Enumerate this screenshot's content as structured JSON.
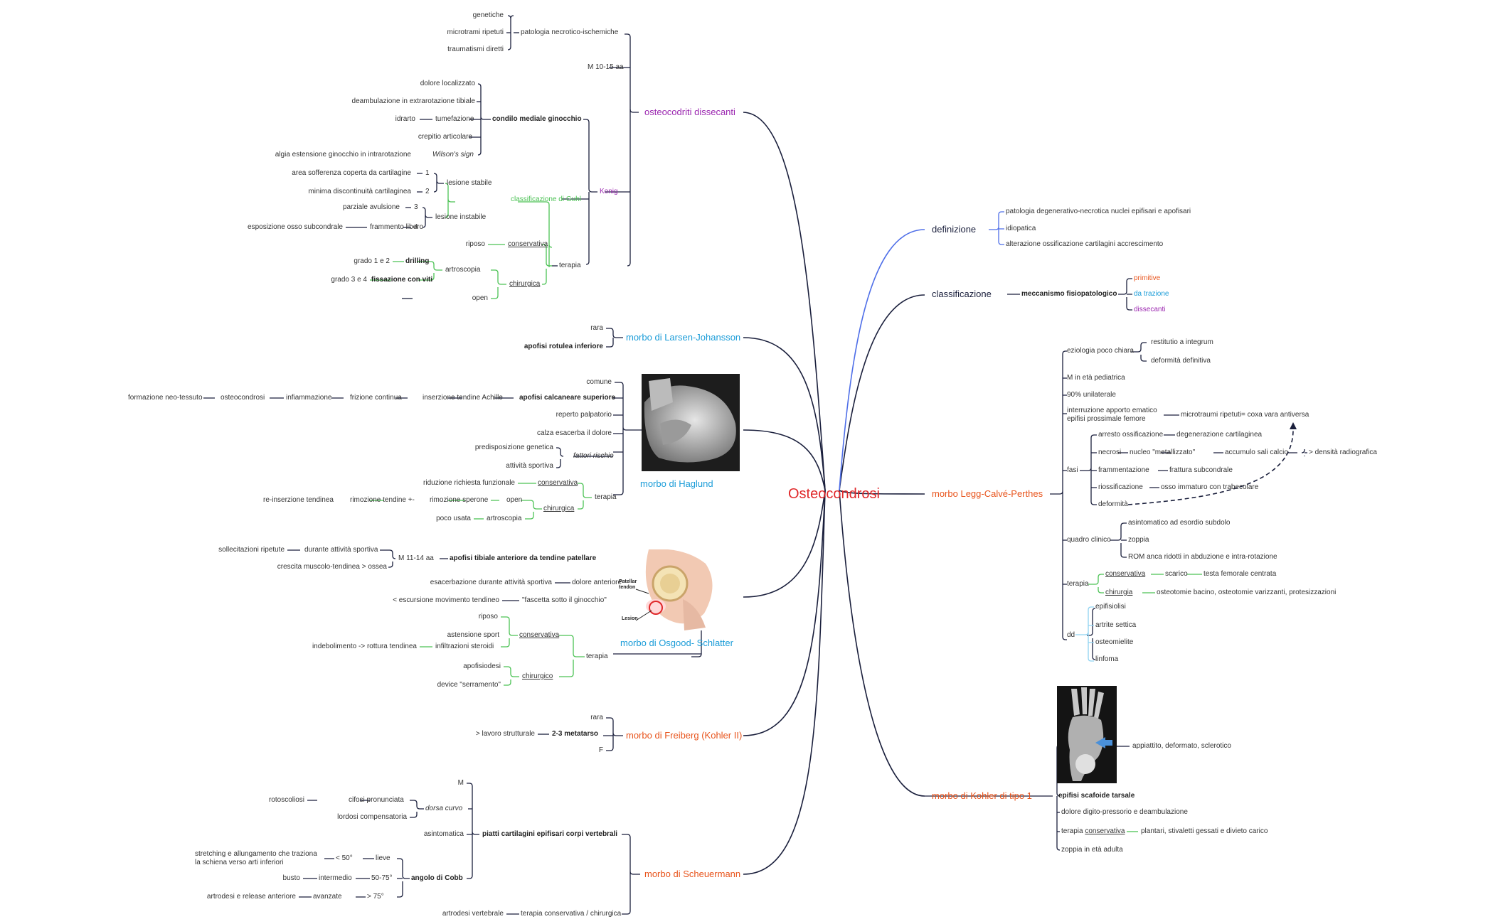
{
  "title": "Osteocondrosi",
  "colors": {
    "center": "#e0282a",
    "purple": "#9b27b0",
    "blue": "#1a9cd8",
    "orange": "#e8541c",
    "green": "#4cc255",
    "navy": "#1a1f3c",
    "link": "#4e6ee8"
  },
  "branches": {
    "osteocondriti": {
      "title": "osteocodriti dissecanti",
      "age": "M 10-15 aa",
      "patologia": "patologia necrotico-ischemiche",
      "genetiche": "genetiche",
      "microtraumi": "microtrami ripetuti",
      "traumatismi": "traumatismi diretti",
      "konig": "Konig",
      "condilo": "condilo mediale ginocchio",
      "dolore": "dolore localizzato",
      "deambulazione": "deambulazione in extrarotazione tibiale",
      "tumefazione": "tumefazione",
      "idrarto": "idrarto",
      "crepitio": "crepitio articolare",
      "wilson": "Wilson's sign",
      "algia": "algia estensione ginocchio in intrarotazione",
      "guhl": "classificazione di Guhl",
      "lesione_stabile": "lesione stabile",
      "lesione_instabile": "lesione instabile",
      "g1": "1",
      "g2": "2",
      "g3": "3",
      "g4": "4",
      "area": "area sofferenza coperta da cartilagine",
      "minima": "minima discontinuità cartilaginea",
      "parziale": "parziale avulsione",
      "frammento": "frammento libero",
      "esposizione": "esposizione osso subcondrale",
      "terapia": "terapia",
      "conservativa": "conservativa",
      "riposo": "riposo",
      "chirurgica": "chirurgica",
      "artroscopia": "artroscopia",
      "open": "open",
      "drilling": "drilling",
      "grado12": "grado 1 e 2",
      "fissazione": "fissazione con viti",
      "grado34": "grado 3 e 4"
    },
    "larsen": {
      "title": "morbo di Larsen-Johansson",
      "rara": "rara",
      "apofisi": "apofisi rotulea inferiore"
    },
    "haglund": {
      "title": "morbo di Haglund",
      "comune": "comune",
      "apofisi": "apofisi calcaneare superiore",
      "inserzione": "inserzione tendine Achille",
      "frizione": "frizione continua",
      "infiammazione": "infiammazione",
      "osteocondrosi": "osteocondrosi",
      "formazione": "formazione neo-tessuto",
      "reperto": "reperto palpatorio",
      "calza": "calza esacerba il dolore",
      "fattori": "fattori rischio",
      "predisposizione": "predisposizione genetica",
      "attivita": "attività sportiva",
      "terapia": "terapia",
      "conservativa": "conservativa",
      "riduzione": "riduzione richiesta funzionale",
      "chirurgica": "chirurgica",
      "open": "open",
      "rimozione_sperone": "rimozione sperone",
      "rimozione_tendine": "rimozione tendine +-",
      "reinserzione": "re-inserzione tendinea",
      "artroscopia": "artroscopia",
      "poco": "poco usata"
    },
    "osgood": {
      "title": "morbo di Osgood- Schlatter",
      "apofisi": "apofisi tibiale anteriore da tendine patellare",
      "age": "M 11-14 aa",
      "durante": "durante attività sportiva",
      "sollecitazioni": "sollecitazioni ripetute",
      "crescita": "crescita muscolo-tendinea > ossea",
      "dolore": "dolore anteriore",
      "esacerbazione": "esacerbazione durante attività sportiva",
      "fascetta": "\"fascetta sotto il ginocchio\"",
      "escursione": "< escursione movimento tendineo",
      "terapia": "terapia",
      "conservativa": "conservativa",
      "riposo": "riposo",
      "astensione": "astensione sport",
      "infiltrazioni": "infiltrazioni steroidi",
      "indebolimento": "indebolimento -> rottura tendinea",
      "chirurgico": "chirurgico",
      "apofisiodesi": "apofisiodesi",
      "device": "device \"serramento\"",
      "img_patellar": "Patellar tendon",
      "img_lesion": "Lesion"
    },
    "freiberg": {
      "title": "morbo di Freiberg (Kohler II)",
      "rara": "rara",
      "metatarso": "2-3 metatarso",
      "lavoro": "> lavoro strutturale",
      "f": "F"
    },
    "scheuermann": {
      "title": "morbo di Scheuermann",
      "m": "M",
      "dorsa": "dorsa curvo",
      "cifosi": "cifosi pronunciata",
      "rotoscoliosi": "rotoscoliosi",
      "lordosi": "lordosi compensatoria",
      "piatti": "piatti cartilagini epifisari corpi vertebrali",
      "asintomatica": "asintomatica",
      "cobb": "angolo di Cobb",
      "lieve": "lieve",
      "lt50": "< 50°",
      "stretching": "stretching e allungamento che traziona la schiena verso arti inferiori",
      "intermedio": "intermedio",
      "r5075": "50-75°",
      "busto": "busto",
      "avanzate": "avanzate",
      "gt75": "> 75°",
      "artrodesi_release": "artrodesi e release anteriore",
      "terapia": "terapia conservativa / chirurgica",
      "artrodesi": "artrodesi vertebrale"
    },
    "definizione": {
      "title": "definizione",
      "items": [
        "patologia degenerativo-necrotica nuclei epifisari e apofisari",
        "idiopatica",
        "alterazione ossificazione cartilagini accrescimento"
      ]
    },
    "classificazione": {
      "title": "classificazione",
      "meccanismo": "meccanismo fisiopatologico",
      "primitive": "primitive",
      "trazione": "da trazione",
      "dissecanti": "dissecanti"
    },
    "legg": {
      "title": "morbo Legg-Calvé-Perthes",
      "eziologia": "eziologia poco chiara",
      "restitutio": "restitutio a integrum",
      "deformita_def": "deformità definitiva",
      "m": "M in età pediatrica",
      "unilaterale": "90% unilaterale",
      "interruzione": "interruzione apporto ematico epifisi prossimale femore",
      "microtraumi": "microtraumi ripetuti= coxa vara antiversa",
      "fasi": "fasi",
      "arresto": "arresto ossificazione",
      "degenerazione": "degenerazione cartilaginea",
      "necrosi": "necrosi",
      "nucleo": "nucleo \"metallizzato\"",
      "accumulo": "accumulo sali calcio",
      "densita": "> densità radiografica",
      "frammentazione": "frammentazione",
      "frattura": "frattura subcondrale",
      "riossificazione": "riossificazione",
      "osso": "osso immaturo con trabecolare",
      "deformita": "deformità",
      "quadro": "quadro clinico",
      "asintomatico": "asintomatico ad esordio subdolo",
      "zoppia": "zoppia",
      "rom": "ROM anca ridotti in abduzione e intra-rotazione",
      "terapia": "terapia",
      "conservativa": "conservativa",
      "scarico": "scarico",
      "testa": "testa femorale centrata",
      "chirurgia": "chirurgia",
      "osteotomie": "osteotomie bacino, osteotomie varizzanti, protesizzazioni",
      "dd": "dd",
      "epifisiolisi": "epifisiolisi",
      "artrite": "artrite settica",
      "osteomielite": "osteomielite",
      "linfoma": "linfoma"
    },
    "kohler": {
      "title": "morbo di Kohler di tipo 1",
      "appiattito": "appiattito, deformato, sclerotico",
      "epifisi": "epifisi scafoide tarsale",
      "dolore": "dolore digito-pressorio e deambulazione",
      "terapia": "terapia",
      "conservativa": "conservativa",
      "plantari": "plantari, stivaletti gessati e divieto carico",
      "zoppia": "zoppia in età adulta"
    }
  }
}
